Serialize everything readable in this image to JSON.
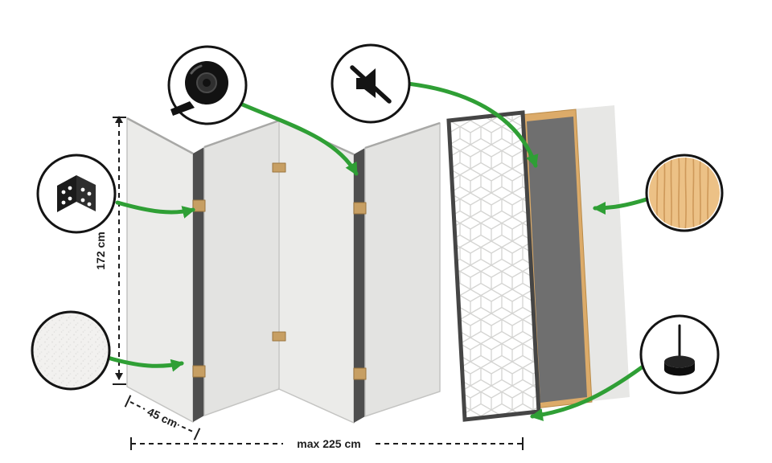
{
  "diagram": {
    "labels": {
      "height": "172 cm",
      "panel_width": "45 cm",
      "max_width": "max 225 cm"
    },
    "callouts": [
      {
        "name": "hinge",
        "icon": "hinge-icon",
        "points_to": "panel-fold-1"
      },
      {
        "name": "tape",
        "icon": "tape-icon",
        "points_to": "panel-fold-2"
      },
      {
        "name": "mute",
        "icon": "mute-icon",
        "points_to": "core-panel"
      },
      {
        "name": "texture",
        "icon": "texture-icon",
        "points_to": "panel-1-bottom"
      },
      {
        "name": "wood",
        "icon": "wood-icon",
        "points_to": "wood-frame"
      },
      {
        "name": "pin-foot",
        "icon": "pin-foot-icon",
        "points_to": "panel-bottom-edge"
      }
    ],
    "colors": {
      "arrow_green": "#2f9f35",
      "panel_light": "#ebebe9",
      "panel_edge_dark": "#4e4e4e",
      "hinge_tan": "#c79f63",
      "wood_frame": "#dcab69",
      "core_gray": "#6f6f6f",
      "back_panel": "#e7e7e5",
      "outline_black": "#141414",
      "pattern_line": "#d4d4d2",
      "dimension": "#1d1d1d"
    }
  }
}
